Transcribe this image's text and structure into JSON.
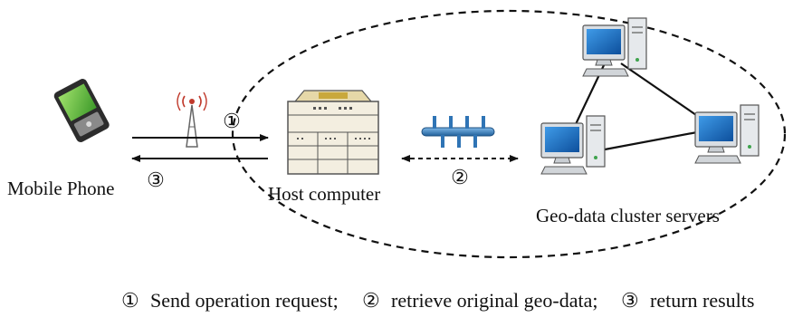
{
  "labels": {
    "mobile_phone": "Mobile Phone",
    "host_computer": "Host computer",
    "cluster_servers": "Geo-data cluster servers"
  },
  "steps": {
    "step1": "①",
    "step2": "②",
    "step3": "③"
  },
  "legend": {
    "m1": "①",
    "t1": "Send operation request;",
    "m2": "②",
    "t2": "retrieve original geo-data;",
    "m3": "③",
    "t3": "return results"
  },
  "colors": {
    "line": "#111111",
    "phone_screen": "#6cc24a",
    "monitor_screen": "#1e73c9",
    "host_body": "#f2ecd9",
    "host_top": "#c8b05a",
    "bus": "#3a87c6"
  }
}
